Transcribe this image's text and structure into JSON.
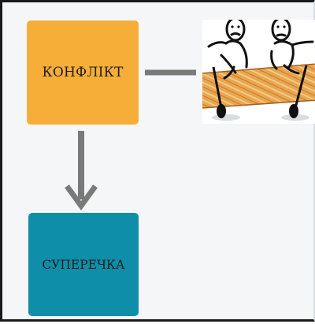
{
  "nodes": {
    "conflict": {
      "label": "КОНФЛІКТ",
      "color": "#f6ae39"
    },
    "contradiction": {
      "label": "СУПЕРЕЧКА",
      "color": "#0f8ea9"
    }
  },
  "connectors": {
    "line_color": "#7a7a7a"
  },
  "illustration": {
    "icon": "two-people-paddling-plank-illustration"
  }
}
